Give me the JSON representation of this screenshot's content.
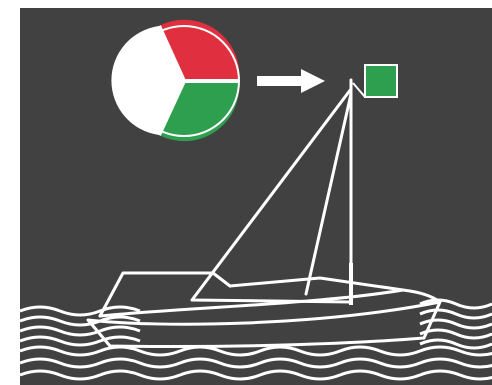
{
  "diagram": {
    "background_color": "#414141",
    "line_color": "#ffffff",
    "tricolor_light": {
      "sectors": [
        {
          "name": "red",
          "color": "#e0303f"
        },
        {
          "name": "green",
          "color": "#2e9e4f"
        },
        {
          "name": "white",
          "color": "#ffffff"
        }
      ]
    },
    "arrow": {
      "direction": "right",
      "color": "#ffffff"
    },
    "masthead_light": {
      "color": "#2e9e4f"
    },
    "boat": {
      "type": "sailboat",
      "sail": "single-triangular"
    },
    "water": {
      "style": "wavy-lines"
    }
  }
}
